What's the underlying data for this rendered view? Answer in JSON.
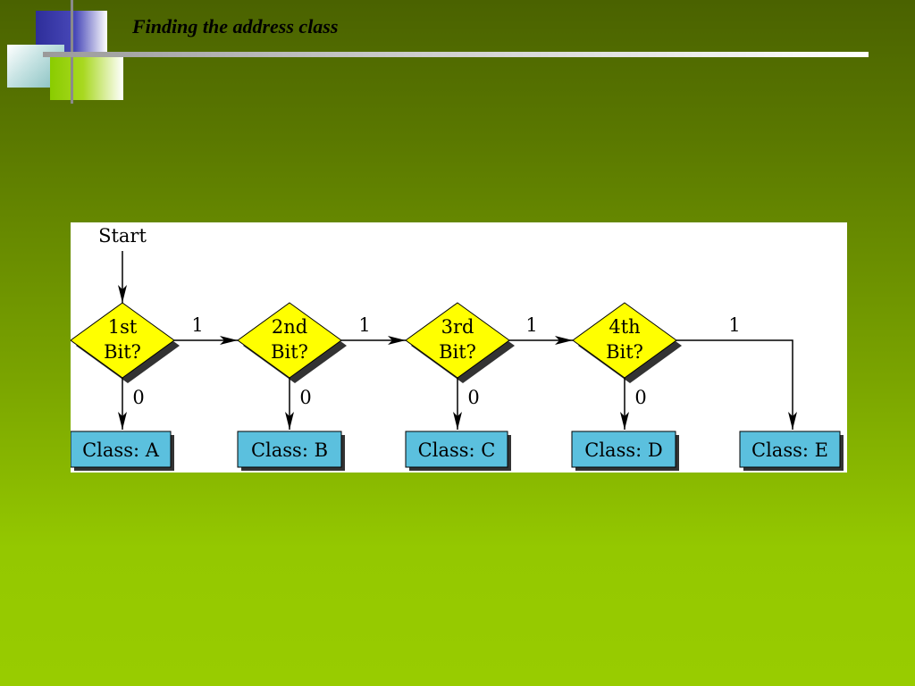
{
  "slide": {
    "title": "Finding the address class"
  },
  "diagram": {
    "start_label": "Start",
    "decisions": [
      {
        "line1": "1st",
        "line2": "Bit?"
      },
      {
        "line1": "2nd",
        "line2": "Bit?"
      },
      {
        "line1": "3rd",
        "line2": "Bit?"
      },
      {
        "line1": "4th",
        "line2": "Bit?"
      }
    ],
    "outcomes": [
      "Class: A",
      "Class: B",
      "Class: C",
      "Class: D",
      "Class: E"
    ],
    "edge_one": "1",
    "edge_zero": "0",
    "colors": {
      "decision_fill": "#ffff00",
      "class_box_fill": "#5bc0de",
      "shadow": "#333333"
    }
  }
}
